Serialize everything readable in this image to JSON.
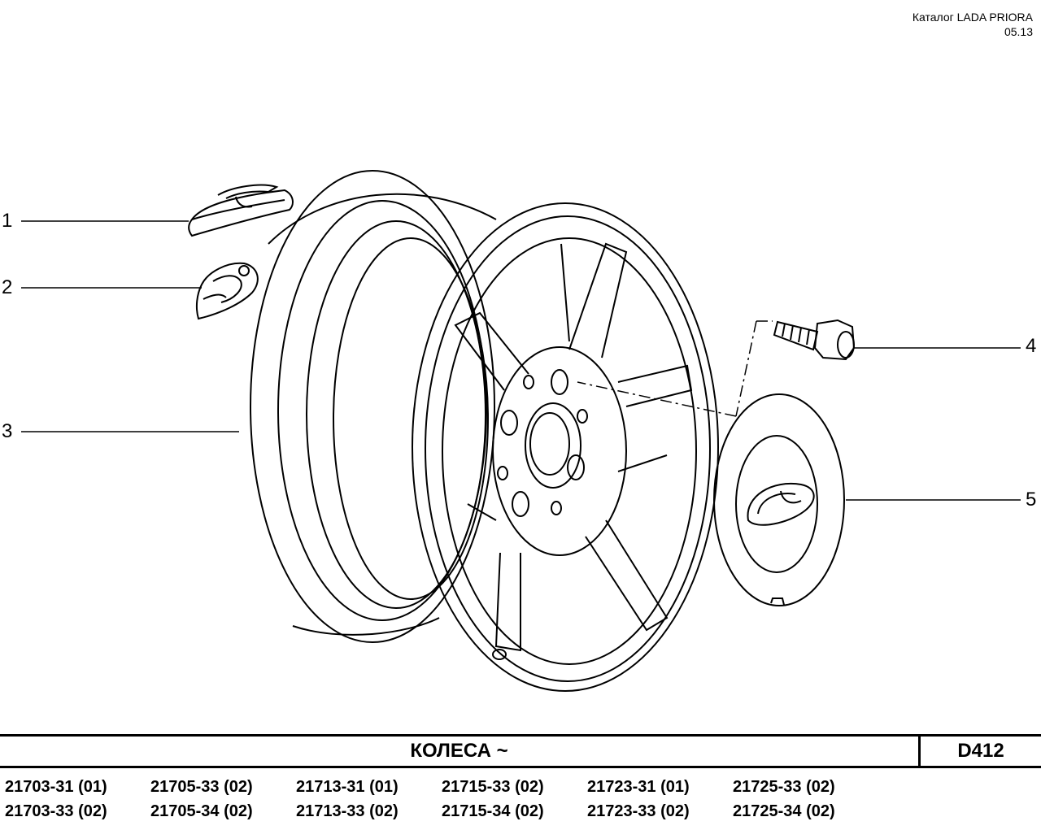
{
  "header": {
    "catalog_title": "Каталог  LADA  PRIORA",
    "date": "05.13"
  },
  "callouts": [
    {
      "num": "1"
    },
    {
      "num": "2"
    },
    {
      "num": "3"
    },
    {
      "num": "4"
    },
    {
      "num": "5"
    }
  ],
  "title_block": {
    "title": "КОЛЕСА  ~",
    "code": "D412"
  },
  "models": [
    [
      "21703-31 (01)",
      "21703-33 (02)"
    ],
    [
      "21705-33 (02)",
      "21705-34 (02)"
    ],
    [
      "21713-31 (01)",
      "21713-33 (02)"
    ],
    [
      "21715-33 (02)",
      "21715-34 (02)"
    ],
    [
      "21723-31 (01)",
      "21723-33 (02)"
    ],
    [
      "21725-33 (02)",
      "21725-34 (02)"
    ]
  ]
}
